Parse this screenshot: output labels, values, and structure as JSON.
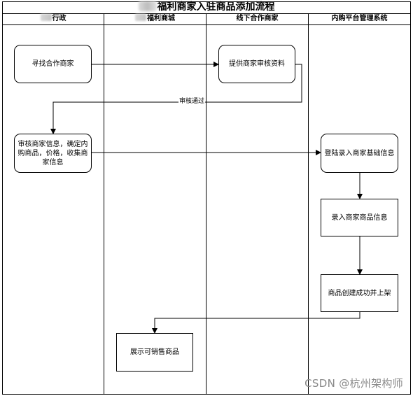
{
  "title": "福利商家入驻商品添加流程",
  "lanes": [
    "行政",
    "福利商城",
    "线下合作商家",
    "内购平台管理系统"
  ],
  "nodes": {
    "find_merchant": "寻找合作商家",
    "provide_docs": "提供商家审核资料",
    "review_info": "审核商家信息，确定内购商品，价格，收集商家信息",
    "login_entry": "登陆录入商家基础信息",
    "enter_products": "录入商家商品信息",
    "create_listing": "商品创建成功并上架",
    "show_products": "展示可销售商品"
  },
  "edge_labels": {
    "approved": "审核通过"
  },
  "watermark": "CSDN @杭州架构师"
}
